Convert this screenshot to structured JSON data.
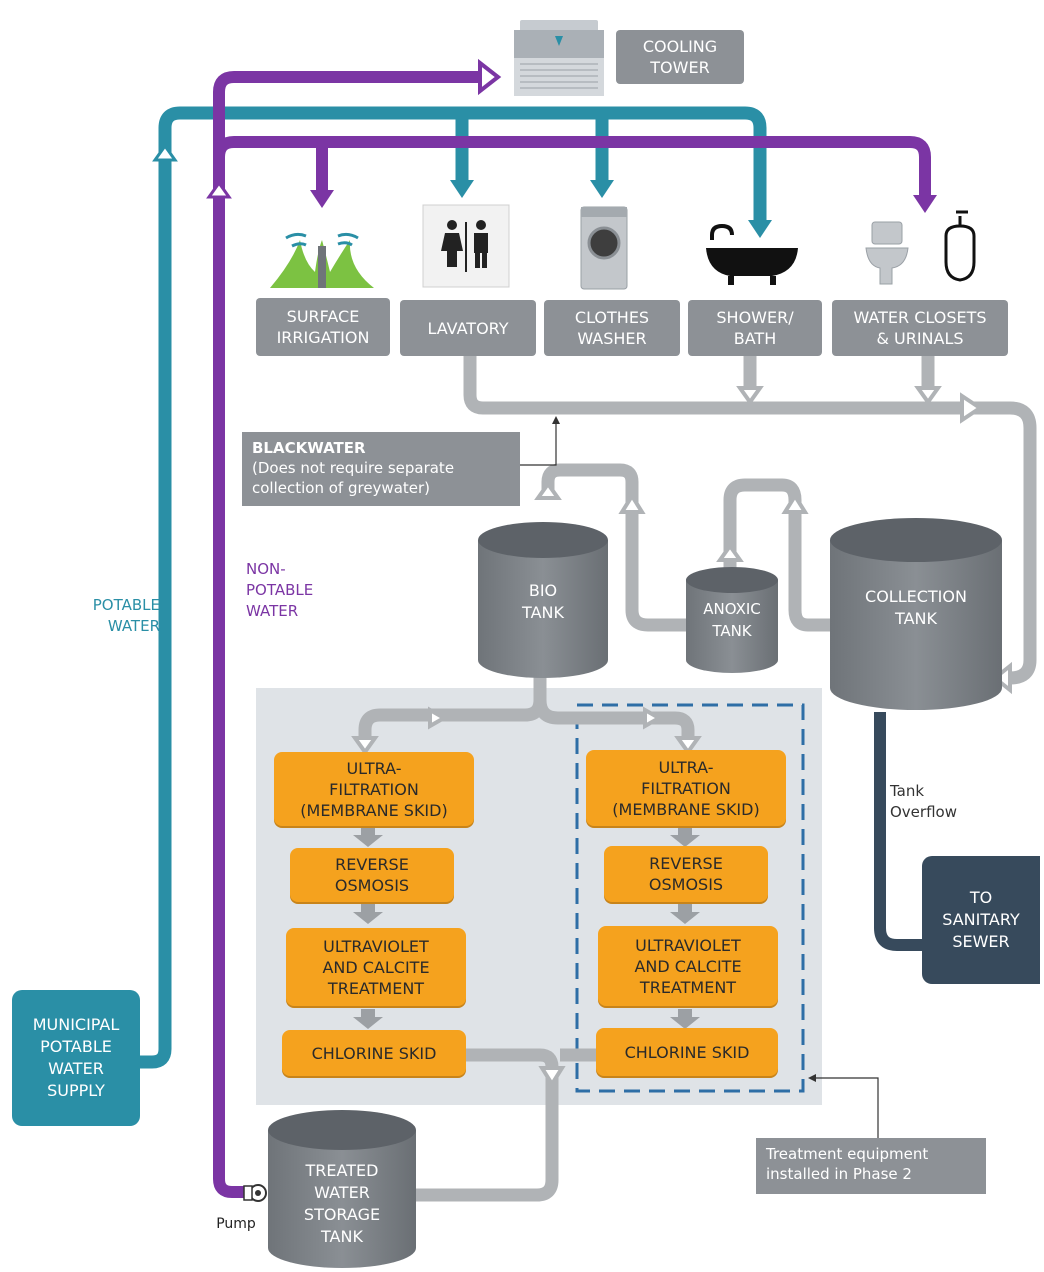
{
  "colors": {
    "potable": "#2a8fa6",
    "non_potable": "#7b35a4",
    "greywater": "#b0b3b6",
    "sewer": "#374a5c",
    "treatment": "#f5a21e",
    "label_box": "#8d9196",
    "phase2_zone": "#dfe3e7"
  },
  "top": {
    "cooling_tower": "COOLING\nTOWER"
  },
  "fixtures": {
    "surface_irrigation": "SURFACE\nIRRIGATION",
    "lavatory": "LAVATORY",
    "clothes_washer": "CLOTHES\nWASHER",
    "shower_bath": "SHOWER/\nBATH",
    "water_closets": "WATER CLOSETS\n& URINALS"
  },
  "icons": [
    "cooling-tower-icon",
    "sprinkler-icon",
    "restroom-sign-icon",
    "washing-machine-icon",
    "bathtub-icon",
    "toilet-icon",
    "urinal-icon",
    "pump-icon"
  ],
  "blackwater": {
    "title": "BLACKWATER",
    "text": "(Does not require separate\ncollection of greywater)"
  },
  "legend": {
    "potable": "POTABLE\nWATER",
    "non_potable": "NON-\nPOTABLE\nWATER"
  },
  "tanks": {
    "bio": "BIO\nTANK",
    "anoxic": "ANOXIC\nTANK",
    "collection": "COLLECTION\nTANK",
    "treated": "TREATED\nWATER\nSTORAGE\nTANK"
  },
  "treatment_left": {
    "uf": "ULTRA-\nFILTRATION\n(MEMBRANE SKID)",
    "ro": "REVERSE\nOSMOSIS",
    "uv": "ULTRAVIOLET\nAND CALCITE\nTREATMENT",
    "cl": "CHLORINE SKID"
  },
  "treatment_right": {
    "uf": "ULTRA-\nFILTRATION\n(MEMBRANE SKID)",
    "ro": "REVERSE\nOSMOSIS",
    "uv": "ULTRAVIOLET\nAND CALCITE\nTREATMENT",
    "cl": "CHLORINE SKID"
  },
  "municipal": "MUNICIPAL\nPOTABLE\nWATER\nSUPPLY",
  "sewer": {
    "overflow": "Tank\nOverflow",
    "to_sewer": "TO\nSANITARY\nSEWER"
  },
  "pump": "Pump",
  "phase2_note": "Treatment equipment\ninstalled in Phase 2"
}
